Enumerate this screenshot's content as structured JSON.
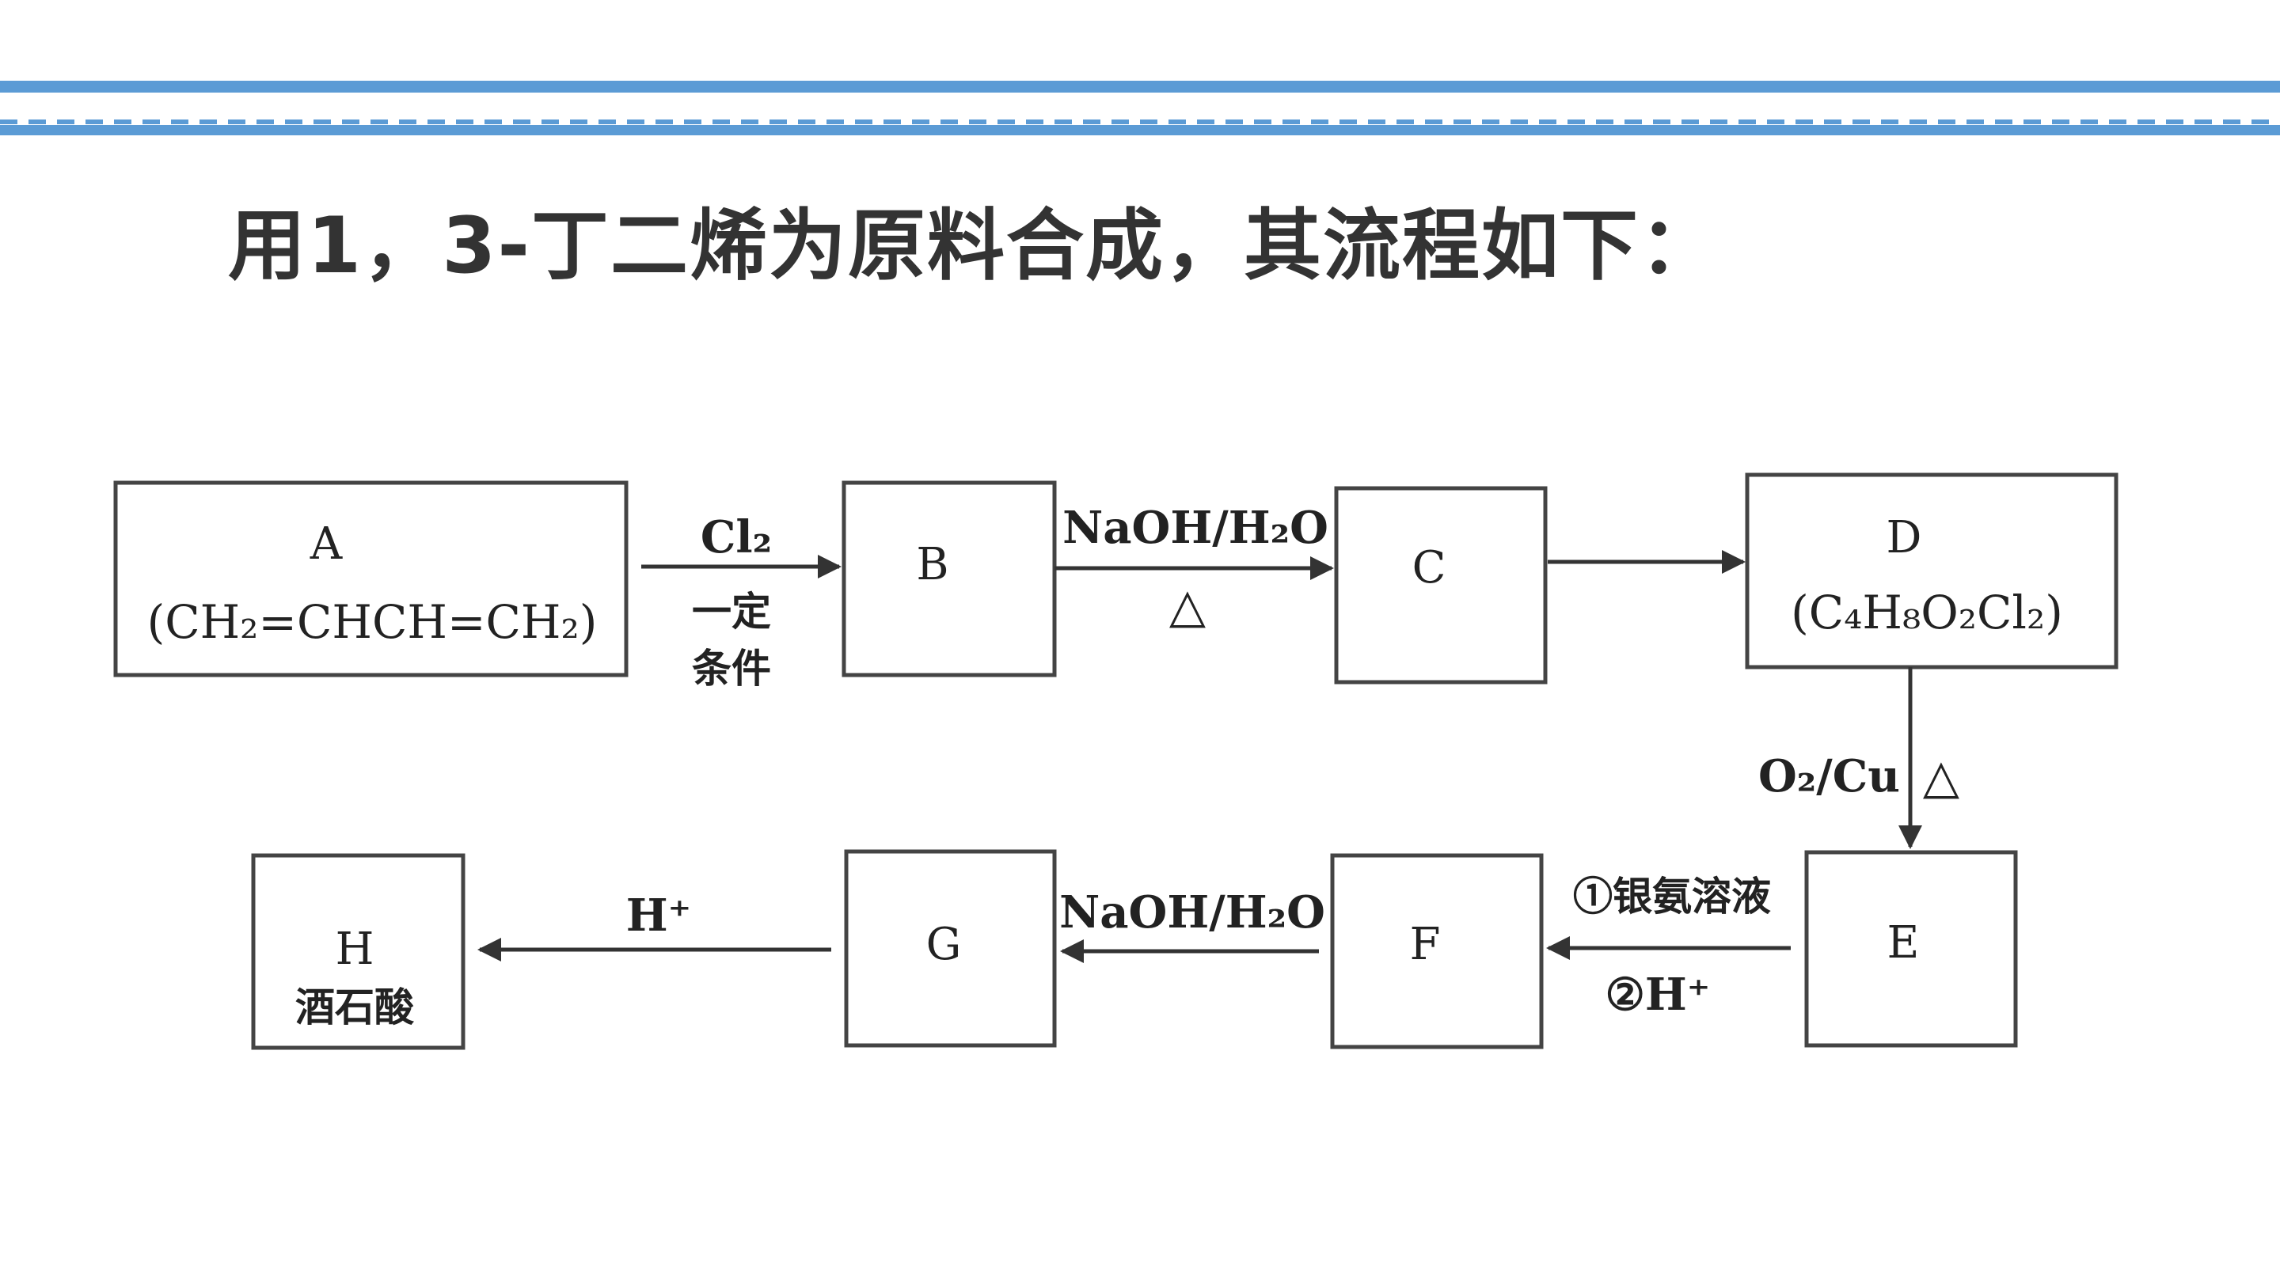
{
  "colors": {
    "rule": "#5b9bd5",
    "ink": "#222222",
    "title": "#333333"
  },
  "header": {
    "title": "用1，3-丁二烯为原料合成，其流程如下："
  },
  "boxes": {
    "A": {
      "letter": "A",
      "formula": "(CH₂=CHCH=CH₂)"
    },
    "B": {
      "letter": "B"
    },
    "C": {
      "letter": "C"
    },
    "D": {
      "letter": "D",
      "formula": "(C₄H₈O₂Cl₂)"
    },
    "E": {
      "letter": "E"
    },
    "F": {
      "letter": "F"
    },
    "G": {
      "letter": "G"
    },
    "H": {
      "letter": "H",
      "name": "酒石酸"
    }
  },
  "arrows": {
    "a_b": {
      "top": "Cl₂",
      "bottom_line1": "一定",
      "bottom_line2": "条件"
    },
    "b_c": {
      "top": "NaOH/H₂O",
      "bottom": "△"
    },
    "c_d": {},
    "d_e": {
      "left": "O₂/Cu",
      "right": "△"
    },
    "e_f": {
      "top": "①银氨溶液",
      "bottom": "②H⁺"
    },
    "f_g": {
      "top": "NaOH/H₂O"
    },
    "g_h": {
      "top": "H⁺"
    }
  }
}
